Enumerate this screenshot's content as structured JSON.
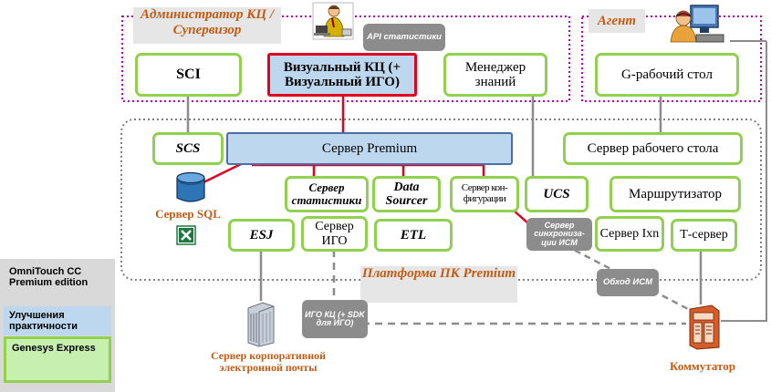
{
  "groups": {
    "admin_title": "Администратор КЦ / Супервизор",
    "agent_title": "Агент",
    "platform_title": "Платформа ПК Premium"
  },
  "boxes": {
    "sci": "SCI",
    "visual_kc": "Визуальный КЦ (+ Визуальный ИГО)",
    "knowledge_manager": "Менеджер знаний",
    "g_desktop": "G-рабочий стол",
    "scs": "SCS",
    "premium_server": "Сервер Premium",
    "desktop_server": "Сервер рабочего стола",
    "stat_server": "Сервер статистики",
    "data_sourcer": "Data Sourcer",
    "config_server": "Сервер кон-фигурации",
    "ucs": "UCS",
    "router": "Маршрутизатор",
    "esj": "ESJ",
    "igo_server": "Сервер ИГО",
    "etl": "ETL",
    "ixn_server": "Сервер Ixn",
    "t_server": "Т-сервер"
  },
  "tags": {
    "api_stats": "API статистики",
    "icm_sync": "Сервер синхрониза-ции ИСМ",
    "icm_bypass": "Обход ИСМ",
    "igo_sdk": "ИГО КЦ (+ SDK для ИГО)"
  },
  "captions": {
    "sql_server": "Сервер SQL",
    "mail_server": "Сервер корпоративной электронной почты",
    "switch": "Коммутатор"
  },
  "legend": {
    "omnitouch": "OmniTouch CC Premium edition",
    "usability": "Улучшения практичности",
    "genesys": "Genesys Express"
  },
  "colors": {
    "group_border": "#c000c0",
    "platform_border": "#808080",
    "box_border": "#92d050",
    "link_red": "#e00020",
    "link_gray": "#8c8c8c",
    "highlight_blue": "#bdd7ee",
    "caption_brown": "#c55a11"
  },
  "icons": [
    "supervisor-icon",
    "agent-icon",
    "database-icon",
    "excel-icon",
    "mail-server-icon",
    "switch-icon"
  ]
}
